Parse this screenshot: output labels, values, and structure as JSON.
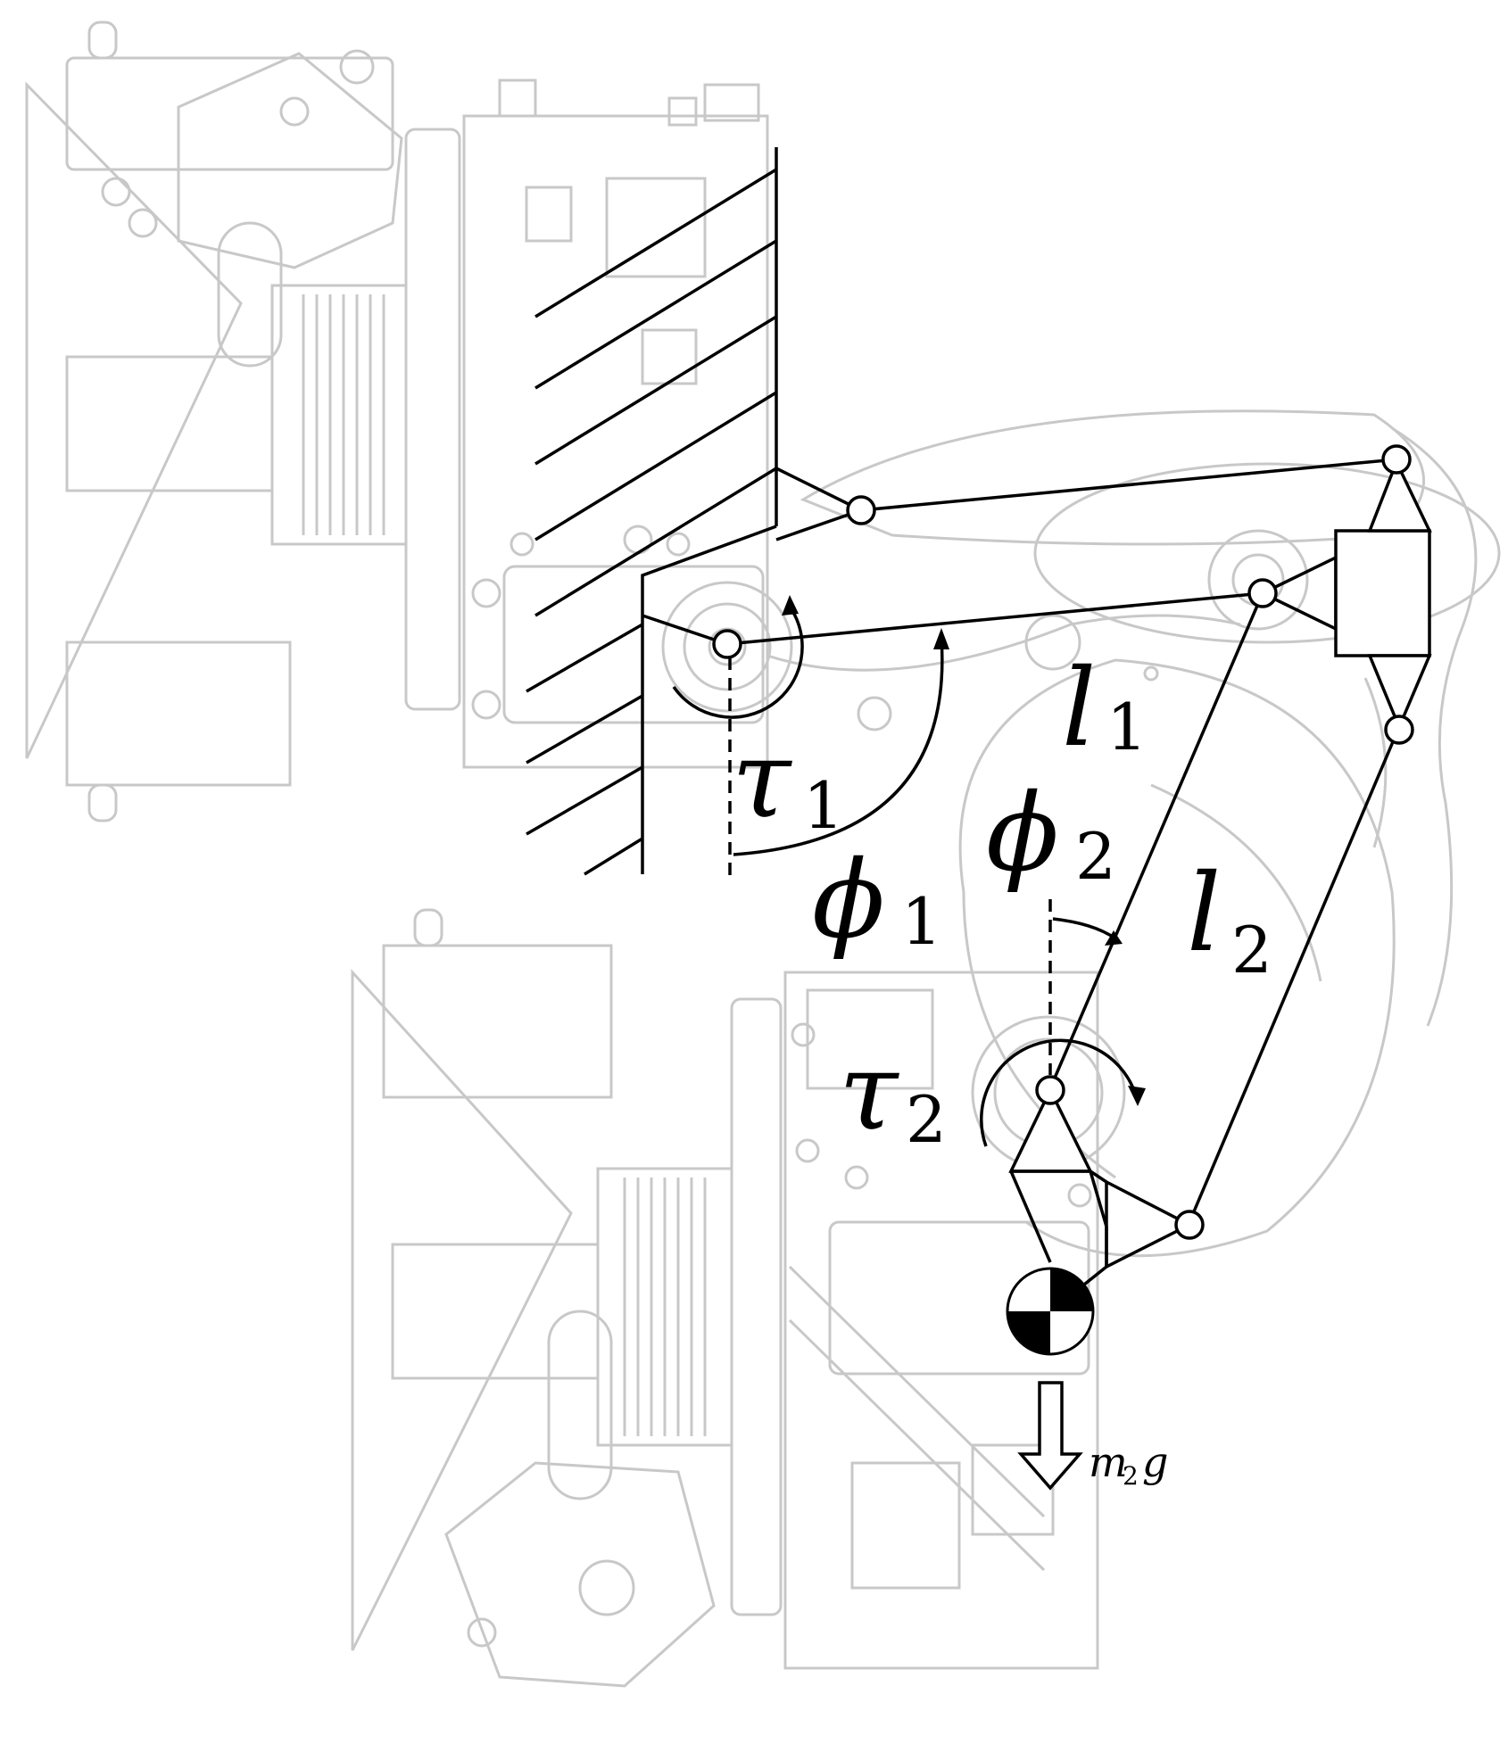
{
  "labels": {
    "tau1": "τ",
    "tau1_sub": "1",
    "phi1": "ϕ",
    "phi1_sub": "1",
    "l1": "l",
    "l1_sub": "1",
    "phi2": "ϕ",
    "phi2_sub": "2",
    "l2": "l",
    "l2_sub": "2",
    "tau2": "τ",
    "tau2_sub": "2",
    "force_m": "m",
    "force_sub": "2",
    "force_g": "g"
  },
  "colors": {
    "ink": "#000000",
    "background_drawing": "#c8c8c8",
    "paper": "#ffffff"
  },
  "icons": {
    "center_of_mass": "center-of-mass-icon",
    "force_arrow": "down-arrow-icon",
    "ground": "hatched-ground-icon"
  }
}
